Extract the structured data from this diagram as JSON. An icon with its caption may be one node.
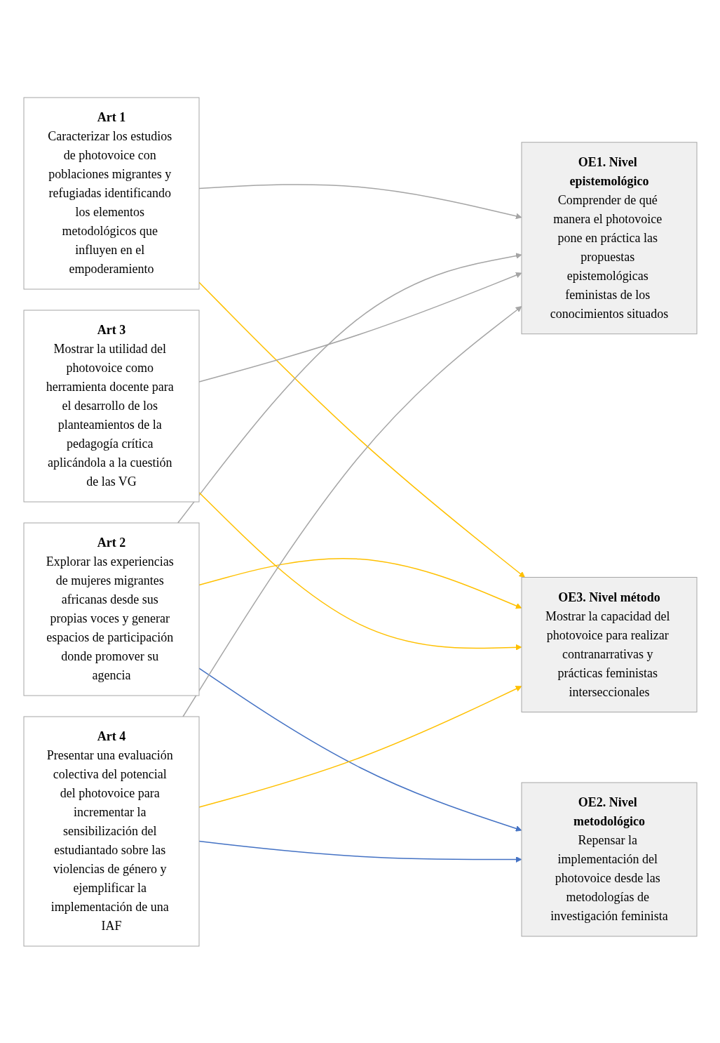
{
  "diagram": {
    "nodes": [
      {
        "text": [
          "Art 1",
          "Caracterizar los estudios de photovoice con poblaciones migrantes y refugiadas identificando los elementos metodológicos que influyen en el empoderamiento"
        ]
      },
      {
        "text": [
          "Art 2",
          "Explorar las experiencias de mujeres migrantes africanas desde sus propias voces y generar espacios de participación donde promover su agencia"
        ]
      },
      {
        "text": [
          "Art 3",
          "Mostrar la utilidad del photovoice como herramienta docente para el desarrollo de los planteamientos de la pedagogía crítica aplicándola a la cuestión de las VG"
        ]
      },
      {
        "text": [
          "Art 4",
          "Presentar una evaluación colectiva del potencial del photovoice para incrementar la sensibilización del estudiantado sobre las violencias de género y ejemplificar la implementación de una IAF"
        ]
      },
      {
        "text": [
          "OE1. Nivel epistemológico",
          "Comprender de qué manera el photovoice pone en práctica las propuestas epistemológicas feministas de los conocimientos situados"
        ]
      },
      {
        "text": [
          "OE2. Nivel metodológico",
          "Repensar la implementación del photovoice desde las metodologías de investigación feminista"
        ]
      },
      {
        "text": [
          "OE3. Nivel método",
          "Mostrar la capacidad del photovoice para realizar contranarrativas y prácticas feministas interseccionales"
        ]
      }
    ],
    "edges": [
      {
        "from": 0,
        "to": 4,
        "arrow": "to",
        "color": "#a5a5a5"
      },
      {
        "from": 0,
        "to": 6,
        "arrow": "to",
        "color": "#ffc000"
      },
      {
        "from": 1,
        "to": 4,
        "arrow": "to",
        "color": "#a5a5a5"
      },
      {
        "from": 1,
        "to": 5,
        "arrow": "to",
        "color": "#4472c4"
      },
      {
        "from": 1,
        "to": 6,
        "arrow": "to",
        "color": "#ffc000"
      },
      {
        "from": 2,
        "to": 4,
        "arrow": "to",
        "color": "#a5a5a5"
      },
      {
        "from": 2,
        "to": 6,
        "arrow": "to",
        "color": "#ffc000"
      },
      {
        "from": 3,
        "to": 4,
        "arrow": "to",
        "color": "#a5a5a5"
      },
      {
        "from": 3,
        "to": 5,
        "arrow": "to",
        "color": "#4472c4"
      },
      {
        "from": 3,
        "to": 6,
        "arrow": "to",
        "color": "#ffc000"
      }
    ]
  }
}
